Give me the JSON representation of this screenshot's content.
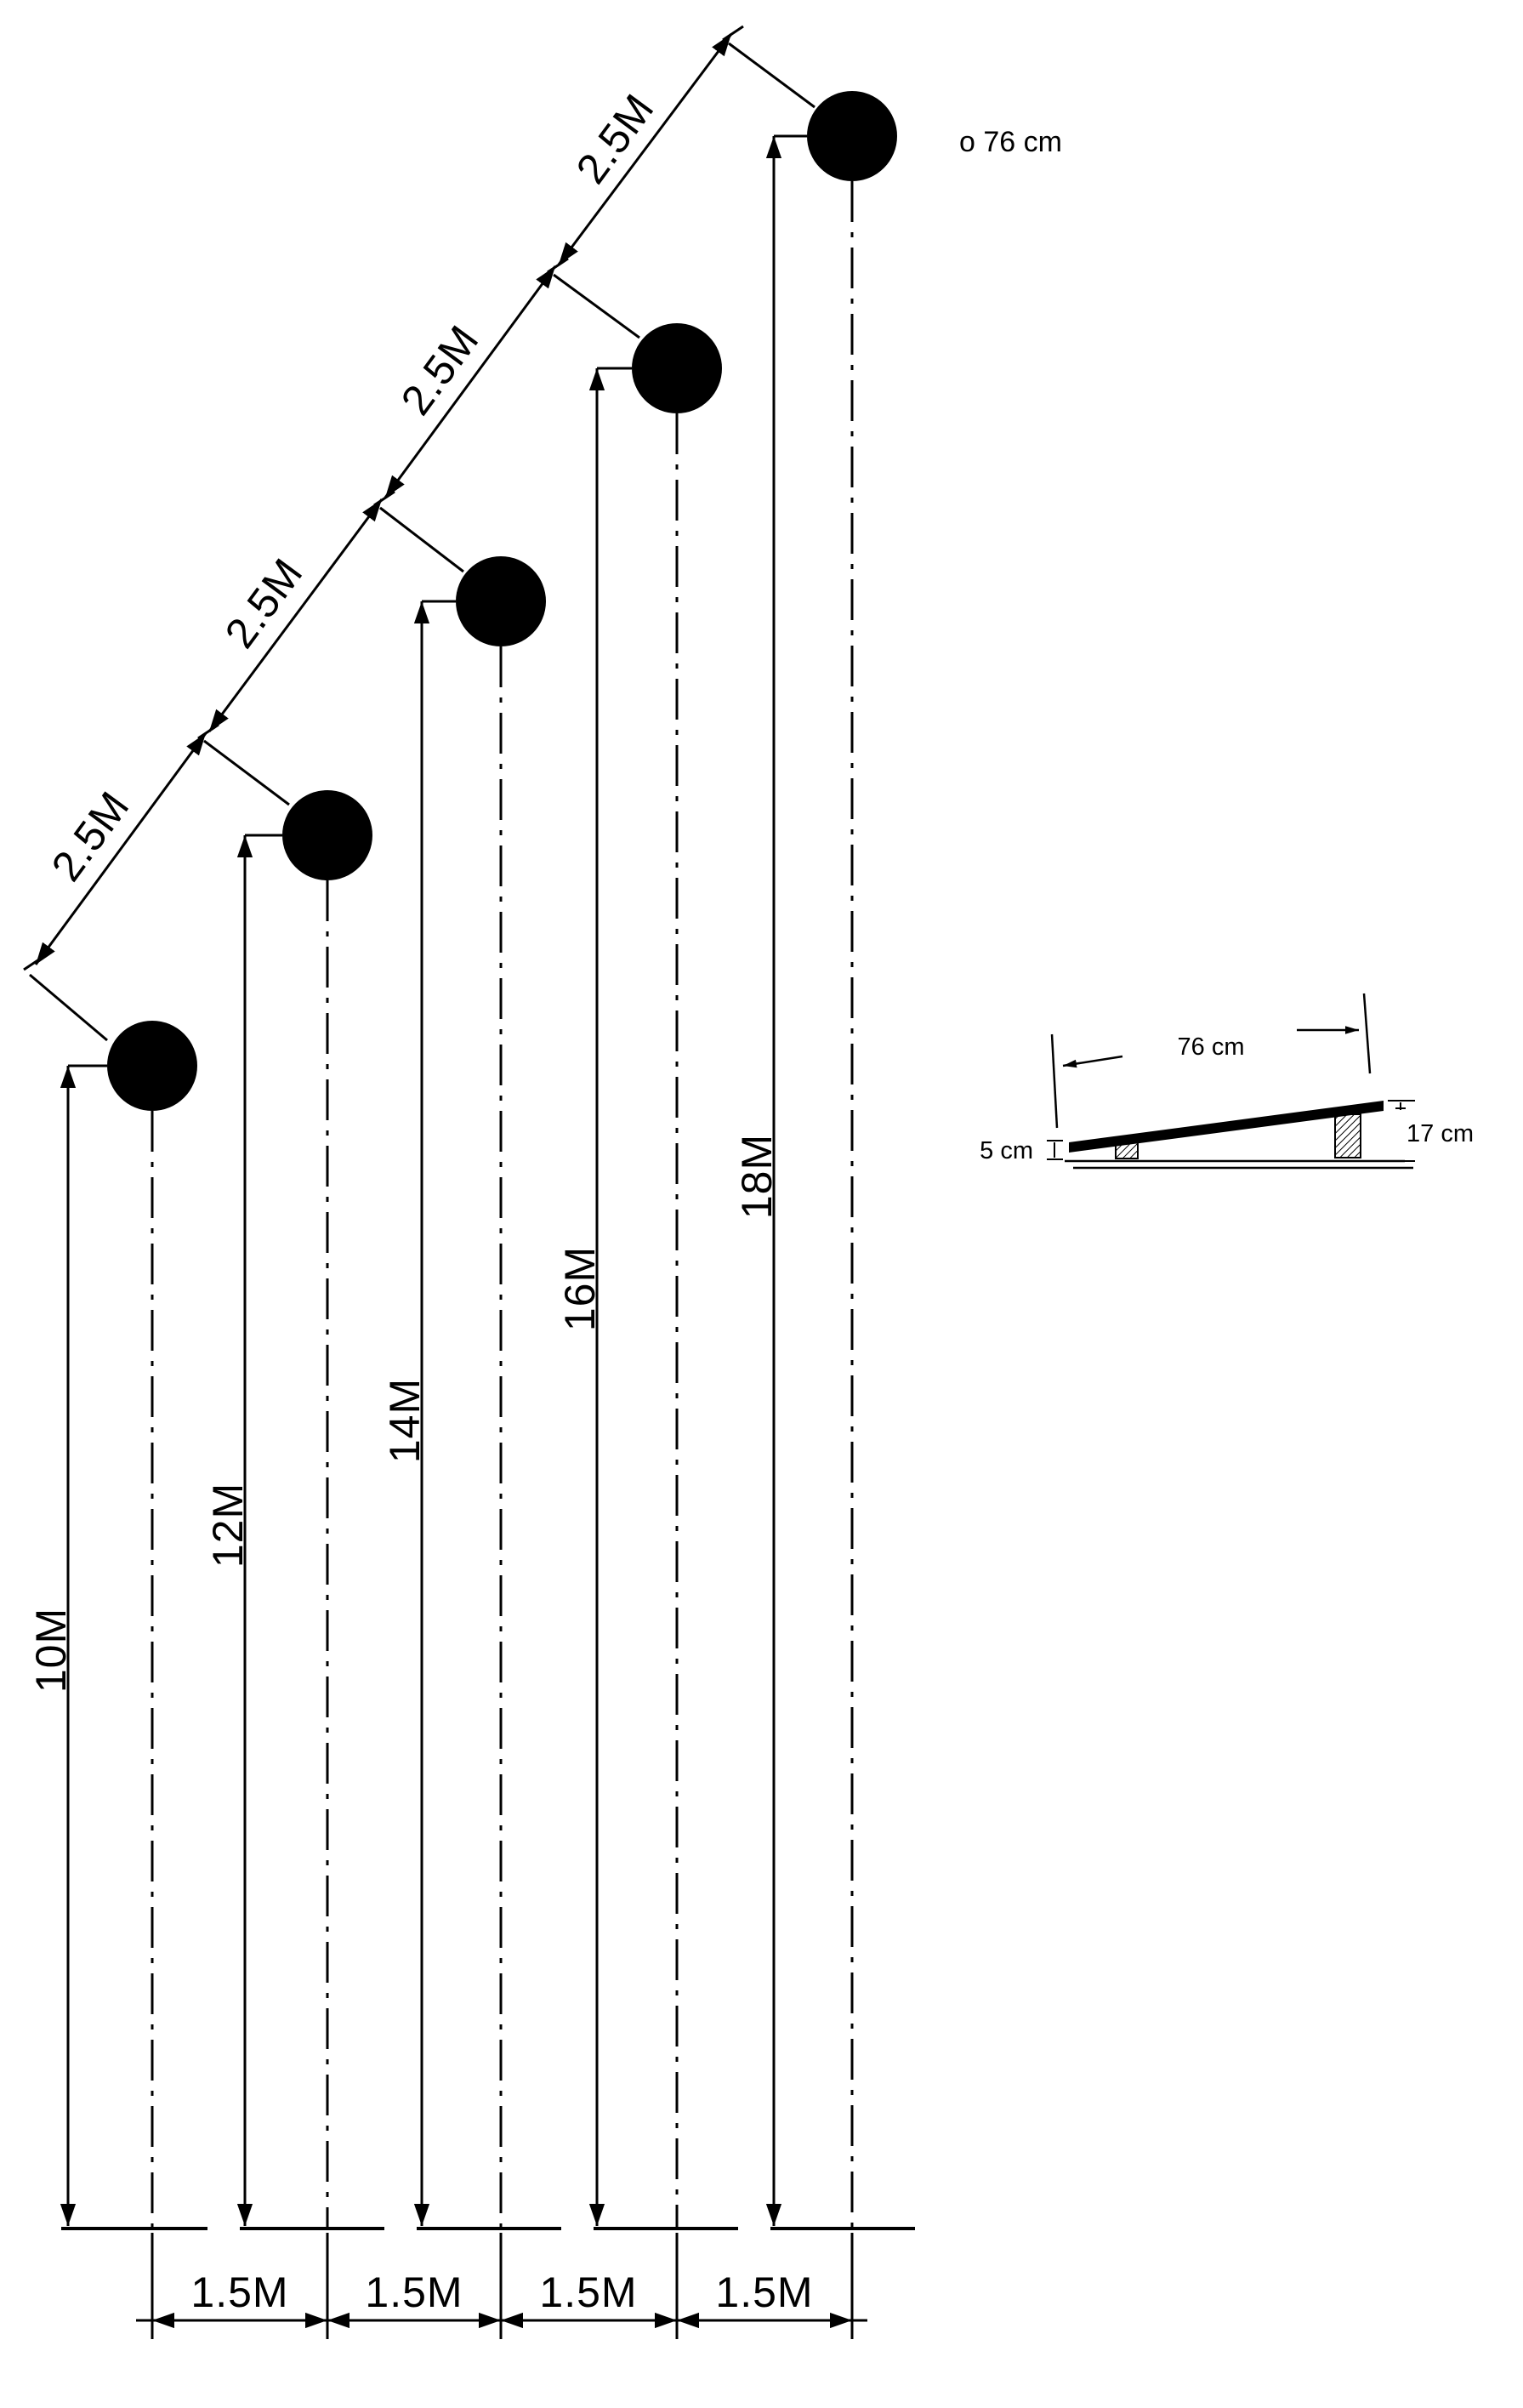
{
  "diagram": {
    "diameter_note": "o 76 cm",
    "diagonal_spacing_labels": [
      "2.5M",
      "2.5M",
      "2.5M",
      "2.5M"
    ],
    "height_labels": [
      "10M",
      "12M",
      "14M",
      "16M",
      "18M"
    ],
    "horizontal_spacing_labels": [
      "1.5M",
      "1.5M",
      "1.5M",
      "1.5M"
    ],
    "detail": {
      "length": "76 cm",
      "low_height": "5 cm",
      "high_height": "17 cm"
    },
    "colors": {
      "ink": "#000000",
      "background": "#ffffff"
    }
  }
}
